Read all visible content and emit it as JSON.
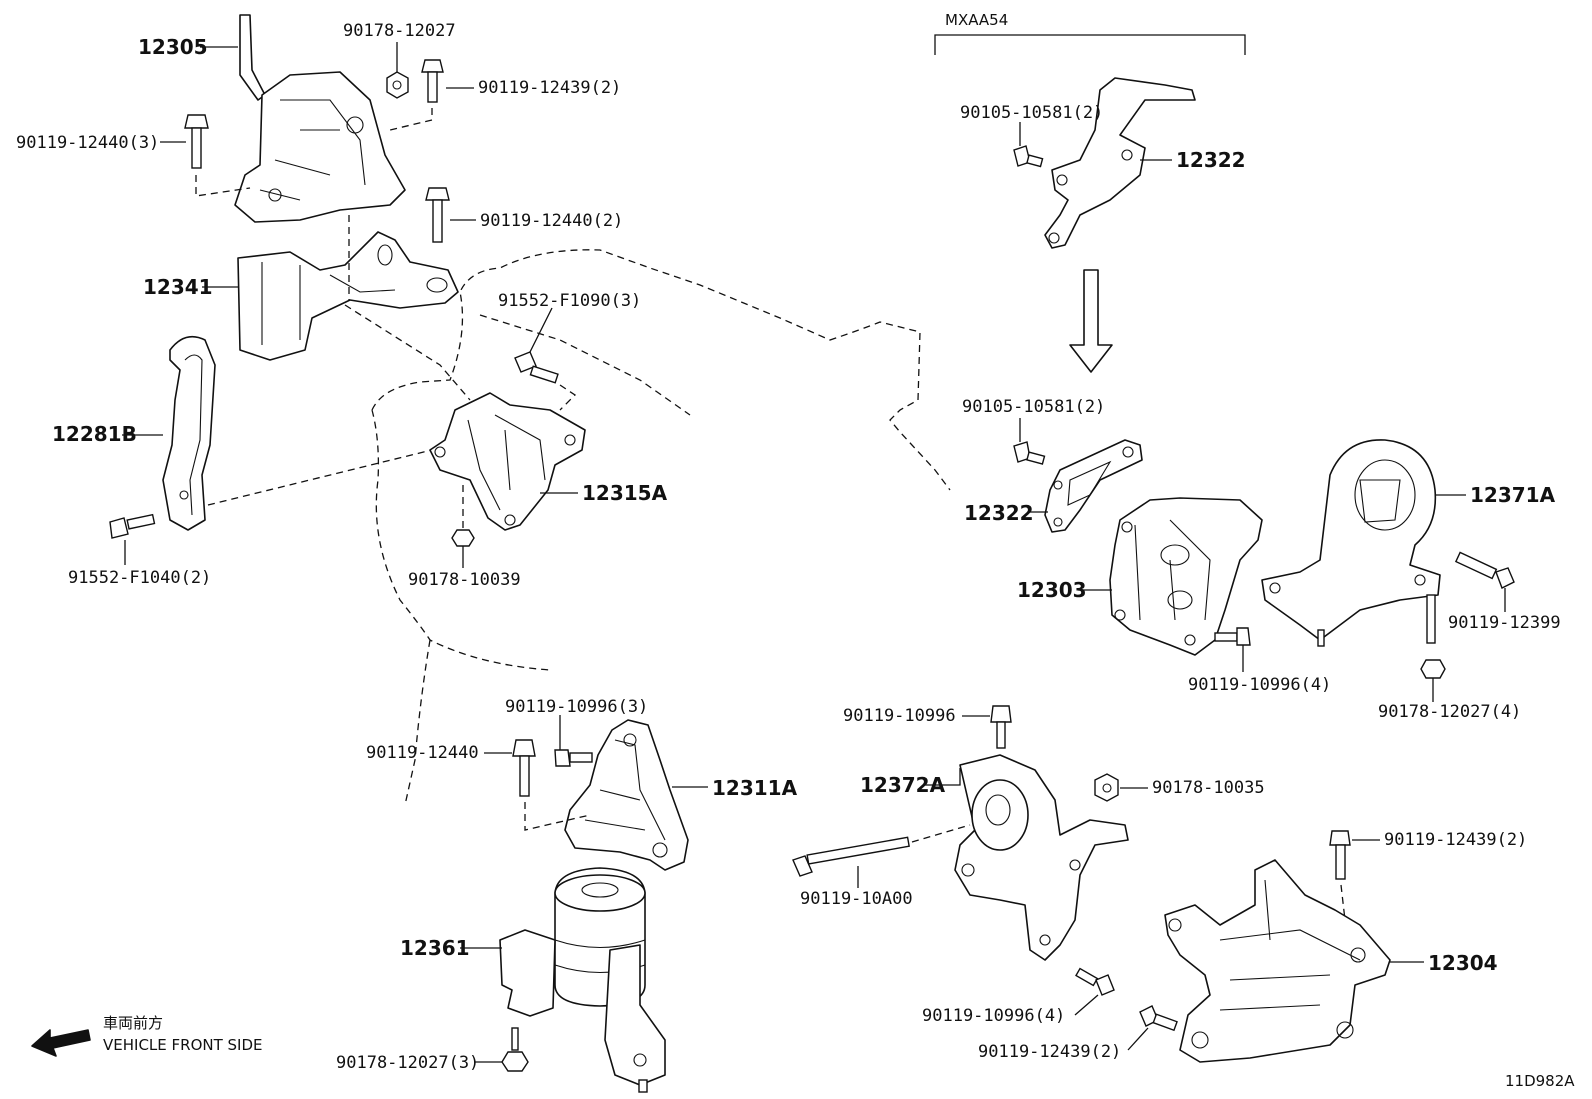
{
  "diagram": {
    "variant_label": "MXAA54",
    "figure_code": "11D982A",
    "front_side": {
      "label_jp": "車両前方",
      "label_en": "VEHICLE FRONT SIDE"
    },
    "parts": [
      {
        "id": "12305",
        "label": "12305"
      },
      {
        "id": "90178-12027",
        "label": "90178-12027"
      },
      {
        "id": "90119-12439-a",
        "label": "90119-12439(2)"
      },
      {
        "id": "90119-12440-3",
        "label": "90119-12440(3)"
      },
      {
        "id": "90119-12440-2",
        "label": "90119-12440(2)"
      },
      {
        "id": "12341",
        "label": "12341"
      },
      {
        "id": "91552-F1090",
        "label": "91552-F1090(3)"
      },
      {
        "id": "12281B",
        "label": "12281B"
      },
      {
        "id": "12315A",
        "label": "12315A"
      },
      {
        "id": "91552-F1040",
        "label": "91552-F1040(2)"
      },
      {
        "id": "90178-10039",
        "label": "90178-10039"
      },
      {
        "id": "90119-10996-3",
        "label": "90119-10996(3)"
      },
      {
        "id": "90119-12440",
        "label": "90119-12440"
      },
      {
        "id": "12311A",
        "label": "12311A"
      },
      {
        "id": "12361",
        "label": "12361"
      },
      {
        "id": "90178-12027-3",
        "label": "90178-12027(3)"
      },
      {
        "id": "90105-10581-a",
        "label": "90105-10581(2)"
      },
      {
        "id": "12322-a",
        "label": "12322"
      },
      {
        "id": "90105-10581-b",
        "label": "90105-10581(2)"
      },
      {
        "id": "12322-b",
        "label": "12322"
      },
      {
        "id": "12371A",
        "label": "12371A"
      },
      {
        "id": "12303",
        "label": "12303"
      },
      {
        "id": "90119-12399",
        "label": "90119-12399"
      },
      {
        "id": "90119-10996-4a",
        "label": "90119-10996(4)"
      },
      {
        "id": "90178-12027-4",
        "label": "90178-12027(4)"
      },
      {
        "id": "90119-10996",
        "label": "90119-10996"
      },
      {
        "id": "12372A",
        "label": "12372A"
      },
      {
        "id": "90178-10035",
        "label": "90178-10035"
      },
      {
        "id": "90119-12439-b",
        "label": "90119-12439(2)"
      },
      {
        "id": "90119-10A00",
        "label": "90119-10A00"
      },
      {
        "id": "12304",
        "label": "12304"
      },
      {
        "id": "90119-10996-4b",
        "label": "90119-10996(4)"
      },
      {
        "id": "90119-12439-c",
        "label": "90119-12439(2)"
      }
    ]
  }
}
